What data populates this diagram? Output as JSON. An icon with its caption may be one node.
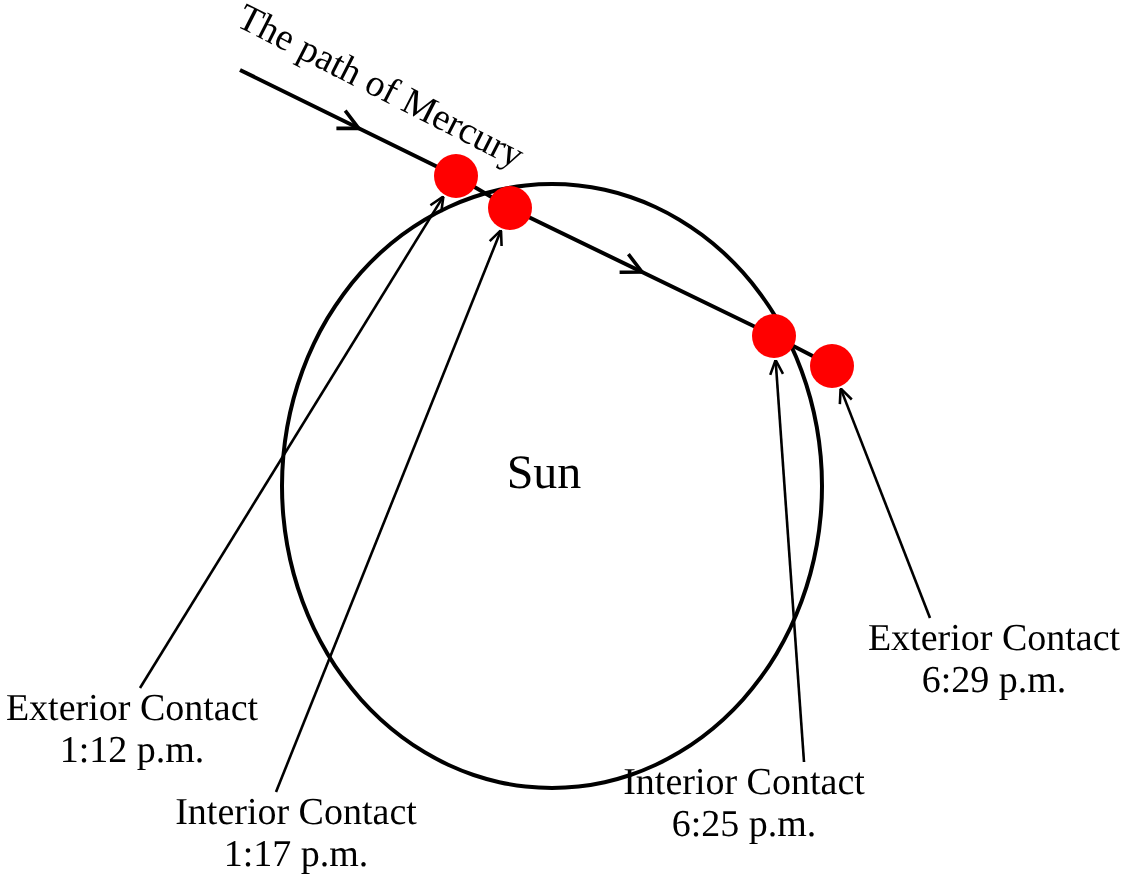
{
  "diagram": {
    "nodes": [
      {
        "text": [
          "Sun"
        ]
      },
      {
        "text": [],
        "shape": "circle"
      },
      {
        "text": [],
        "shape": "circle",
        "in": 0
      },
      {
        "text": [],
        "shape": "circle",
        "in": 0
      },
      {
        "text": [],
        "shape": "circle"
      },
      {
        "text": [
          "Exterior Contact",
          "6:29 p.m."
        ]
      },
      {
        "text": [
          "Exterior Contact",
          "1:12 p.m."
        ]
      },
      {
        "text": [
          "Interior Contact",
          "6:25 p.m."
        ]
      },
      {
        "text": [
          "Interior Contact",
          "1:17 p.m."
        ]
      }
    ],
    "edges": [
      {
        "from": 6,
        "to": 1,
        "arrow": "to"
      },
      {
        "from": 8,
        "to": 2,
        "arrow": "to"
      },
      {
        "from": 7,
        "to": 3,
        "arrow": "to"
      },
      {
        "from": 5,
        "to": 4,
        "arrow": "to"
      }
    ],
    "labels": [
      "The path of Mercury"
    ]
  }
}
